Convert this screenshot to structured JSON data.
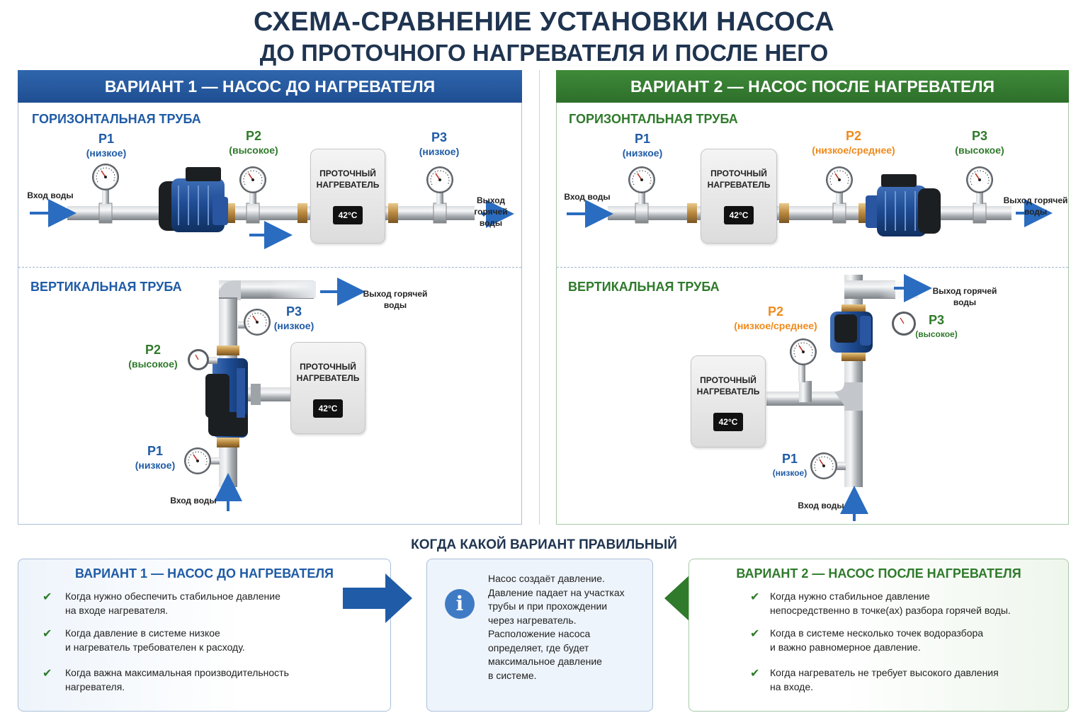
{
  "title": {
    "line1": "СХЕМА-СРАВНЕНИЕ УСТАНОВКИ НАСОСА",
    "line2": "ДО ПРОТОЧНОГО НАГРЕВАТЕЛЯ И ПОСЛЕ НЕГО"
  },
  "colors": {
    "blue": "#1f5ba6",
    "green": "#2f7a2b",
    "orange": "#ef8a1c"
  },
  "variant1": {
    "header": "ВАРИАНТ 1 — НАСОС ДО НАГРЕВАТЕЛЯ",
    "horizontal": {
      "title": "ГОРИЗОНТАЛЬНАЯ ТРУБА",
      "inlet": "Вход воды",
      "outlet_l1": "Выход горячей",
      "outlet_l2": "воды",
      "p1": "P1",
      "p1_sub": "(низкое)",
      "p2": "P2",
      "p2_sub": "(высокое)",
      "p3": "P3",
      "p3_sub": "(низкое)",
      "heater_l1": "ПРОТОЧНЫЙ",
      "heater_l2": "НАГРЕВАТЕЛЬ",
      "temp": "42°C"
    },
    "vertical": {
      "title": "ВЕРТИКАЛЬНАЯ ТРУБА",
      "inlet": "Вход воды",
      "outlet_l1": "Выход горячей",
      "outlet_l2": "воды",
      "p1": "P1",
      "p1_sub": "(низкое)",
      "p2": "P2",
      "p2_sub": "(высокое)",
      "p3": "P3",
      "p3_sub": "(низкое)",
      "heater_l1": "ПРОТОЧНЫЙ",
      "heater_l2": "НАГРЕВАТЕЛЬ",
      "temp": "42°C"
    }
  },
  "variant2": {
    "header": "ВАРИАНТ 2 — НАСОС ПОСЛЕ НАГРЕВАТЕЛЯ",
    "horizontal": {
      "title": "ГОРИЗОНТАЛЬНАЯ ТРУБА",
      "inlet": "Вход воды",
      "outlet_l1": "Выход горячей",
      "outlet_l2": "воды",
      "p1": "P1",
      "p1_sub": "(низкое)",
      "p2": "P2",
      "p2_sub": "(низкое/среднее)",
      "p3": "P3",
      "p3_sub": "(высокое)",
      "heater_l1": "ПРОТОЧНЫЙ",
      "heater_l2": "НАГРЕВАТЕЛЬ",
      "temp": "42°C"
    },
    "vertical": {
      "title": "ВЕРТИКАЛЬНАЯ ТРУБА",
      "inlet": "Вход воды",
      "outlet_l1": "Выход горячей",
      "outlet_l2": "воды",
      "p1": "P1",
      "p1_sub": "(низкое)",
      "p2": "P2",
      "p2_sub": "(низкое/среднее)",
      "p3": "P3",
      "p3_sub": "(высокое)",
      "heater_l1": "ПРОТОЧНЫЙ",
      "heater_l2": "НАГРЕВАТЕЛЬ",
      "temp": "42°C"
    }
  },
  "bottom": {
    "title": "КОГДА КАКОЙ ВАРИАНТ ПРАВИЛЬНЫЙ",
    "left": {
      "header": "ВАРИАНТ 1 — НАСОС ДО НАГРЕВАТЕЛЯ",
      "items": [
        [
          "Когда нужно обеспечить стабильное давление",
          "на входе нагревателя."
        ],
        [
          "Когда давление в системе низкое",
          "и нагреватель требователен к расходу."
        ],
        [
          "Когда важна максимальная производительность",
          "нагревателя."
        ]
      ]
    },
    "middle": {
      "lines": [
        "Насос создаёт давление.",
        "Давление падает на участках",
        "трубы и при прохождении",
        "через нагреватель.",
        "Расположение насоса",
        "определяет, где будет",
        "максимальное давление",
        "в системе."
      ]
    },
    "right": {
      "header": "ВАРИАНТ 2 — НАСОС ПОСЛЕ НАГРЕВАТЕЛЯ",
      "items": [
        [
          "Когда нужно стабильное давление",
          "непосредственно в точке(ах) разбора горячей воды."
        ],
        [
          "Когда в системе несколько точек водоразбора",
          "и важно равномерное давление."
        ],
        [
          "Когда нагреватель не требует высокого давления",
          "на входе."
        ]
      ]
    }
  }
}
